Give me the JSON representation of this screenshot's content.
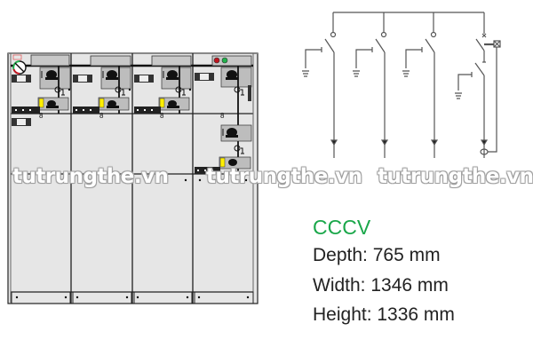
{
  "product": {
    "name": "CCCV",
    "name_color": "#1aa74a",
    "specs": [
      {
        "label": "Depth",
        "value": "765 mm",
        "text": "Depth: 765 mm"
      },
      {
        "label": "Width",
        "value": "1346 mm",
        "text": "Width: 1346 mm"
      },
      {
        "label": "Height",
        "value": "1336 mm",
        "text": "Height: 1336 mm"
      }
    ]
  },
  "watermarks": [
    "tutrungthe.vn",
    "tutrungthe.vn",
    "tutrungthe.vn"
  ],
  "front_view": {
    "cubicles": 4,
    "cubicle_types": [
      "C",
      "C",
      "C",
      "V"
    ],
    "indicator_lights": [
      "#c0151f",
      "#22b14c"
    ],
    "panel_color": "#e6e6e6",
    "outline_color": "#111111"
  },
  "schematic": {
    "feeders": 4,
    "feeder_types": [
      "switch-disconnector",
      "switch-disconnector",
      "switch-disconnector",
      "circuit-breaker"
    ],
    "line_color": "#555555"
  }
}
